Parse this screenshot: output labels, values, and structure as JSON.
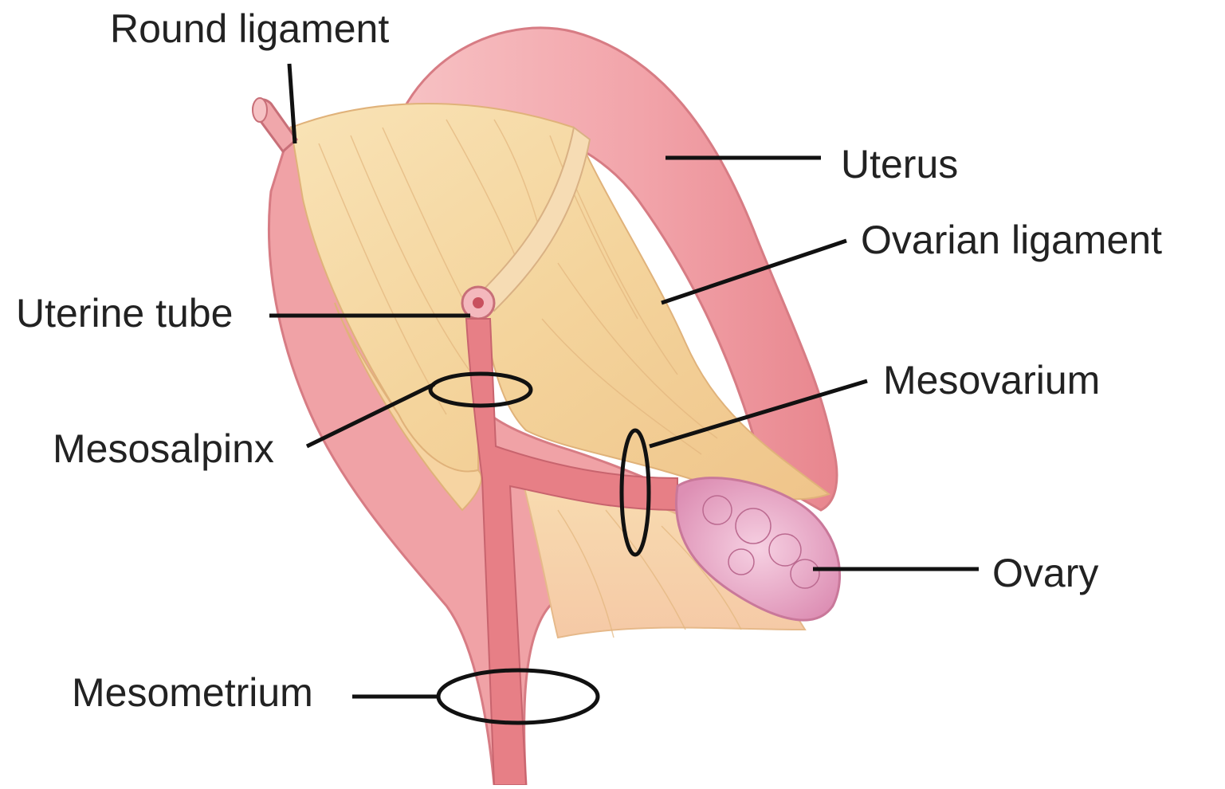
{
  "labels": {
    "round_ligament": "Round ligament",
    "uterus": "Uterus",
    "ovarian_ligament": "Ovarian ligament",
    "uterine_tube": "Uterine tube",
    "mesovarium": "Mesovarium",
    "mesosalpinx": "Mesosalpinx",
    "ovary": "Ovary",
    "mesometrium": "Mesometrium"
  },
  "colors": {
    "uterus": "#f0a0a6",
    "broad_ligament": "#f6d8a2",
    "vessel": "#e0787e",
    "ovary": "#e8a4c2",
    "leader_line": "#111111"
  }
}
